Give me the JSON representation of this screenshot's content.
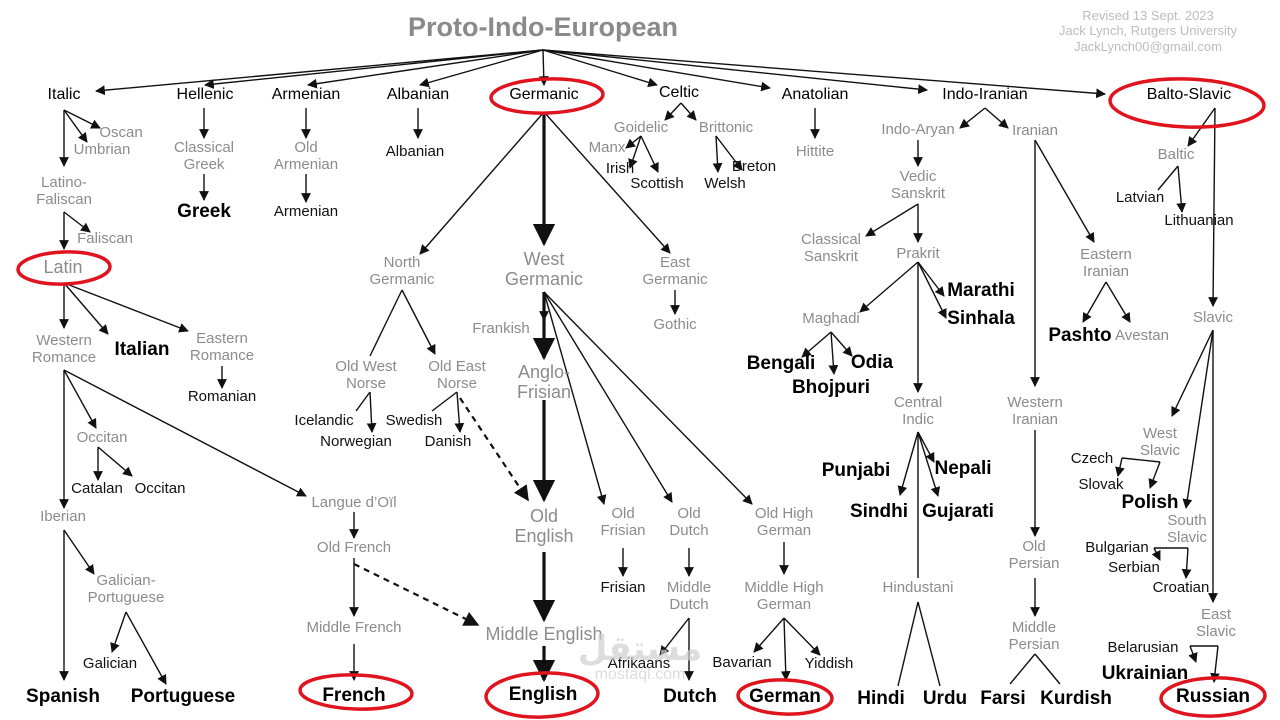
{
  "title": "Proto-Indo-European",
  "credits": [
    "Revised 13 Sept. 2023",
    "Jack Lynch, Rutgers University",
    "JackLynch00@gmail.com"
  ],
  "watermark": {
    "mark": "مستقل",
    "text": "mostaql.com"
  },
  "families": {
    "italic": "Italic",
    "hellenic": "Hellenic",
    "armenian": "Armenian",
    "albanian": "Albanian",
    "germanic": "Germanic",
    "celtic": "Celtic",
    "anatolian": "Anatolian",
    "indo_iranian": "Indo-Iranian",
    "balto_slavic": "Balto-Slavic"
  },
  "labels": {
    "oscan": "Oscan",
    "umbrian": "Umbrian",
    "latino_faliscan": [
      "Latino-",
      "Faliscan"
    ],
    "faliscan": "Faliscan",
    "latin": "Latin",
    "western_romance": [
      "Western",
      "Romance"
    ],
    "italian": "Italian",
    "eastern_romance": [
      "Eastern",
      "Romance"
    ],
    "romanian": "Romanian",
    "occitan_group": "Occitan",
    "catalan": "Catalan",
    "occitan": "Occitan",
    "iberian": "Iberian",
    "langue_doil": "Langue d’Oïl",
    "old_french": "Old French",
    "middle_french": "Middle French",
    "french": "French",
    "galician_portuguese": [
      "Galician-",
      "Portuguese"
    ],
    "galician": "Galician",
    "spanish": "Spanish",
    "portuguese": "Portuguese",
    "classical_greek": [
      "Classical",
      "Greek"
    ],
    "greek": "Greek",
    "old_armenian": [
      "Old",
      "Armenian"
    ],
    "armenian_lang": "Armenian",
    "albanian_lang": "Albanian",
    "north_germanic": [
      "North",
      "Germanic"
    ],
    "old_west_norse": [
      "Old West",
      "Norse"
    ],
    "old_east_norse": [
      "Old East",
      "Norse"
    ],
    "icelandic": "Icelandic",
    "norwegian": "Norwegian",
    "swedish": "Swedish",
    "danish": "Danish",
    "west_germanic": [
      "West",
      "Germanic"
    ],
    "frankish": "Frankish",
    "anglo_frisian": [
      "Anglo-",
      "Frisian"
    ],
    "old_english": [
      "Old",
      "English"
    ],
    "middle_english": "Middle English",
    "english": "English",
    "old_frisian": [
      "Old",
      "Frisian"
    ],
    "frisian": "Frisian",
    "old_dutch": [
      "Old",
      "Dutch"
    ],
    "middle_dutch": [
      "Middle",
      "Dutch"
    ],
    "afrikaans": "Afrikaans",
    "dutch": "Dutch",
    "old_high_german": [
      "Old High",
      "German"
    ],
    "middle_high_german": [
      "Middle High",
      "German"
    ],
    "bavarian": "Bavarian",
    "yiddish": "Yiddish",
    "german": "German",
    "east_germanic": [
      "East",
      "Germanic"
    ],
    "gothic": "Gothic",
    "goidelic": "Goidelic",
    "brittonic": "Brittonic",
    "manx": "Manx",
    "irish": "Irish",
    "scottish": "Scottish",
    "breton": "Breton",
    "welsh": "Welsh",
    "hittite": "Hittite",
    "indo_aryan": "Indo-Aryan",
    "iranian": "Iranian",
    "vedic_sanskrit": [
      "Vedic",
      "Sanskrit"
    ],
    "classical_sanskrit": [
      "Classical",
      "Sanskrit"
    ],
    "prakrit": "Prakrit",
    "maghadi": "Maghadi",
    "marathi": "Marathi",
    "sinhala": "Sinhala",
    "bengali": "Bengali",
    "odia": "Odia",
    "bhojpuri": "Bhojpuri",
    "central_indic": [
      "Central",
      "Indic"
    ],
    "punjabi": "Punjabi",
    "nepali": "Nepali",
    "sindhi": "Sindhi",
    "gujarati": "Gujarati",
    "hindustani": "Hindustani",
    "hindi": "Hindi",
    "urdu": "Urdu",
    "eastern_iranian": [
      "Eastern",
      "Iranian"
    ],
    "pashto": "Pashto",
    "avestan": "Avestan",
    "western_iranian": [
      "Western",
      "Iranian"
    ],
    "old_persian": [
      "Old",
      "Persian"
    ],
    "middle_persian": [
      "Middle",
      "Persian"
    ],
    "farsi": "Farsi",
    "kurdish": "Kurdish",
    "baltic": "Baltic",
    "latvian": "Latvian",
    "lithuanian": "Lithuanian",
    "slavic": "Slavic",
    "west_slavic": [
      "West",
      "Slavic"
    ],
    "czech": "Czech",
    "slovak": "Slovak",
    "polish": "Polish",
    "south_slavic": [
      "South",
      "Slavic"
    ],
    "bulgarian": "Bulgarian",
    "serbian": "Serbian",
    "croatian": "Croatian",
    "east_slavic": [
      "East",
      "Slavic"
    ],
    "belarusian": "Belarusian",
    "ukrainian": "Ukrainian",
    "russian": "Russian"
  },
  "colors": {
    "family": "#7a7a7a",
    "ancestor": "#8c8c8c",
    "language": "#111111",
    "highlight": "#e0141e"
  },
  "highlighted": [
    "germanic",
    "balto_slavic",
    "latin",
    "french",
    "english",
    "german",
    "russian"
  ]
}
